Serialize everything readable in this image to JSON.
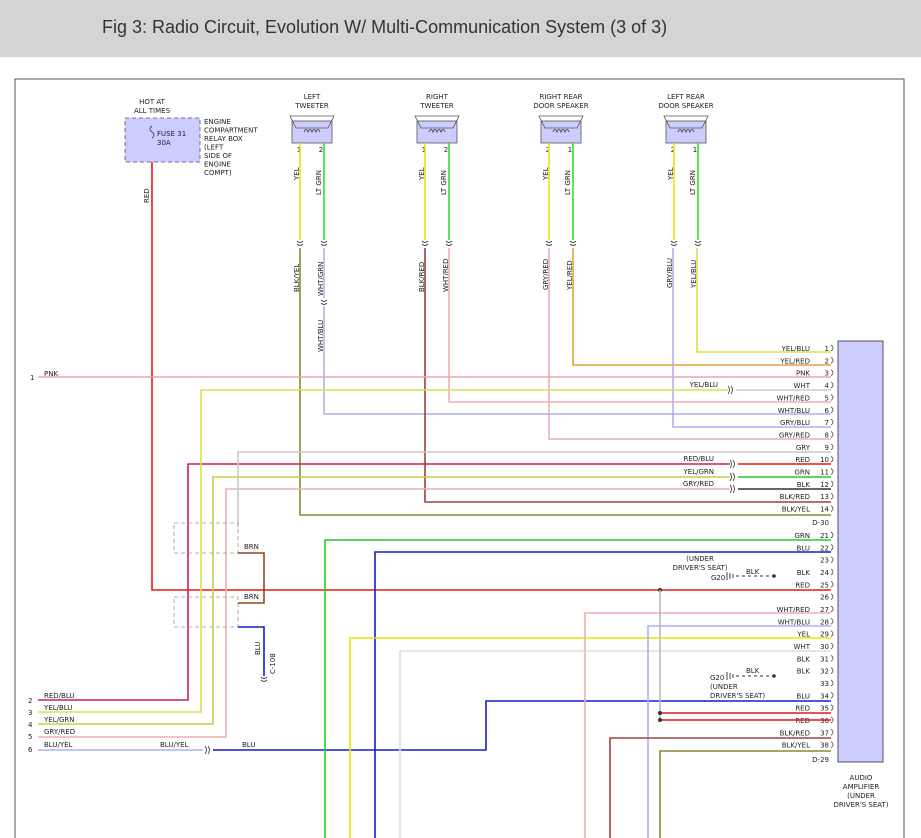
{
  "title": "Fig 3: Radio Circuit, Evolution W/ Multi-Communication System (3 of 3)",
  "fuse": {
    "hot_label": [
      "HOT AT",
      "ALL TIMES"
    ],
    "fuse_label": [
      "FUSE 31",
      "30A"
    ],
    "relay_box_label": [
      "ENGINE",
      "COMPARTMENT",
      "RELAY BOX",
      "(LEFT",
      "SIDE OF",
      "ENGINE",
      "COMPT)"
    ],
    "wire_color": "RED"
  },
  "speakers": [
    {
      "name": [
        "LEFT",
        "TWEETER"
      ],
      "pins": [
        "1",
        "2"
      ],
      "top_wires": [
        "YEL",
        "LT GRN"
      ],
      "bottom_wires": [
        "BLK/YEL",
        "WHT/GRN",
        "WHT/BLU"
      ]
    },
    {
      "name": [
        "RIGHT",
        "TWEETER"
      ],
      "pins": [
        "1",
        "2"
      ],
      "top_wires": [
        "YEL",
        "LT GRN"
      ],
      "bottom_wires": [
        "BLK/RED",
        "WHT/RED"
      ]
    },
    {
      "name": [
        "RIGHT REAR",
        "DOOR SPEAKER"
      ],
      "pins": [
        "2",
        "1"
      ],
      "top_wires": [
        "YEL",
        "LT GRN"
      ],
      "bottom_wires": [
        "GRY/RED",
        "YEL/RED"
      ]
    },
    {
      "name": [
        "LEFT REAR",
        "DOOR SPEAKER"
      ],
      "pins": [
        "2",
        "1"
      ],
      "top_wires": [
        "YEL",
        "LT GRN"
      ],
      "bottom_wires": [
        "GRY/BLU",
        "YEL/BLU"
      ]
    }
  ],
  "amplifier": {
    "label": [
      "AUDIO",
      "AMPLIFIER",
      "(UNDER",
      "DRIVER'S SEAT)"
    ],
    "connectors": [
      "D-30",
      "D-29"
    ],
    "pins": [
      {
        "pin": "1",
        "color": "YEL/BLU"
      },
      {
        "pin": "2",
        "color": "YEL/RED"
      },
      {
        "pin": "3",
        "color": "PNK"
      },
      {
        "pin": "4",
        "color": "WHT"
      },
      {
        "pin": "5",
        "color": "WHT/RED"
      },
      {
        "pin": "6",
        "color": "WHT/BLU"
      },
      {
        "pin": "7",
        "color": "GRY/BLU"
      },
      {
        "pin": "8",
        "color": "GRY/RED"
      },
      {
        "pin": "9",
        "color": "GRY"
      },
      {
        "pin": "10",
        "color": "RED"
      },
      {
        "pin": "11",
        "color": "GRN"
      },
      {
        "pin": "12",
        "color": "BLK"
      },
      {
        "pin": "13",
        "color": "BLK/RED"
      },
      {
        "pin": "14",
        "color": "BLK/YEL"
      },
      {
        "pin": "21",
        "color": "GRN"
      },
      {
        "pin": "22",
        "color": "BLU"
      },
      {
        "pin": "23",
        "color": ""
      },
      {
        "pin": "24",
        "color": "BLK"
      },
      {
        "pin": "25",
        "color": "RED"
      },
      {
        "pin": "26",
        "color": ""
      },
      {
        "pin": "27",
        "color": "WHT/RED"
      },
      {
        "pin": "28",
        "color": "WHT/BLU"
      },
      {
        "pin": "29",
        "color": "YEL"
      },
      {
        "pin": "30",
        "color": "WHT"
      },
      {
        "pin": "31",
        "color": "BLK"
      },
      {
        "pin": "32",
        "color": "BLK"
      },
      {
        "pin": "33",
        "color": ""
      },
      {
        "pin": "34",
        "color": "BLU"
      },
      {
        "pin": "35",
        "color": "RED"
      },
      {
        "pin": "36",
        "color": "RED"
      },
      {
        "pin": "37",
        "color": "BLK/RED"
      },
      {
        "pin": "38",
        "color": "BLK/YEL"
      }
    ]
  },
  "left_connector": [
    {
      "pin": "1",
      "color": "PNK"
    },
    {
      "pin": "2",
      "color": "RED/BLU"
    },
    {
      "pin": "3",
      "color": "YEL/BLU"
    },
    {
      "pin": "4",
      "color": "YEL/GRN"
    },
    {
      "pin": "5",
      "color": "GRY/RED"
    },
    {
      "pin": "6",
      "color": "BLU/YEL"
    }
  ],
  "inline_labels": {
    "yel_blu_4": "YEL/BLU",
    "red_blu_10": "RED/BLU",
    "yel_grn_11": "YEL/GRN",
    "gry_red_12": "GRY/RED",
    "blu_yel_mid": "BLU/YEL",
    "blu_after": "BLU",
    "brn1": "BRN",
    "brn2": "BRN",
    "blu_vertical": "BLU",
    "c108": "C-108",
    "under_seat_1": [
      "(UNDER",
      "DRIVER'S SEAT)"
    ],
    "g20_1": "G20",
    "blk_g20_1": "BLK",
    "g20_2": "G20",
    "under_seat_2": [
      "(UNDER",
      "DRIVER'S SEAT)"
    ],
    "blk_g20_2": "BLK"
  },
  "colors": {
    "red": "#e31a1a",
    "pink": "#f0a0b0",
    "yellow": "#e8e800",
    "green": "#22cc22",
    "blue": "#1a1acc",
    "brown": "#8b4a1a",
    "gray": "#c0c0c0",
    "amp_fill": "#ccccff"
  }
}
